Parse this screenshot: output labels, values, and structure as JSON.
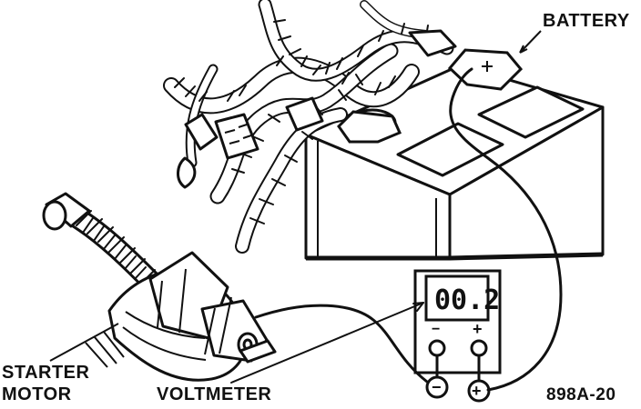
{
  "labels": {
    "battery": "BATTERY",
    "starter_motor_line1": "STARTER",
    "starter_motor_line2": "MOTOR",
    "voltmeter": "VOLTMETER",
    "figure_id": "898A-20"
  },
  "voltmeter": {
    "reading": "00.2",
    "negative_symbol": "−",
    "positive_symbol": "+"
  },
  "colors": {
    "ink": "#111111",
    "background": "#ffffff"
  }
}
